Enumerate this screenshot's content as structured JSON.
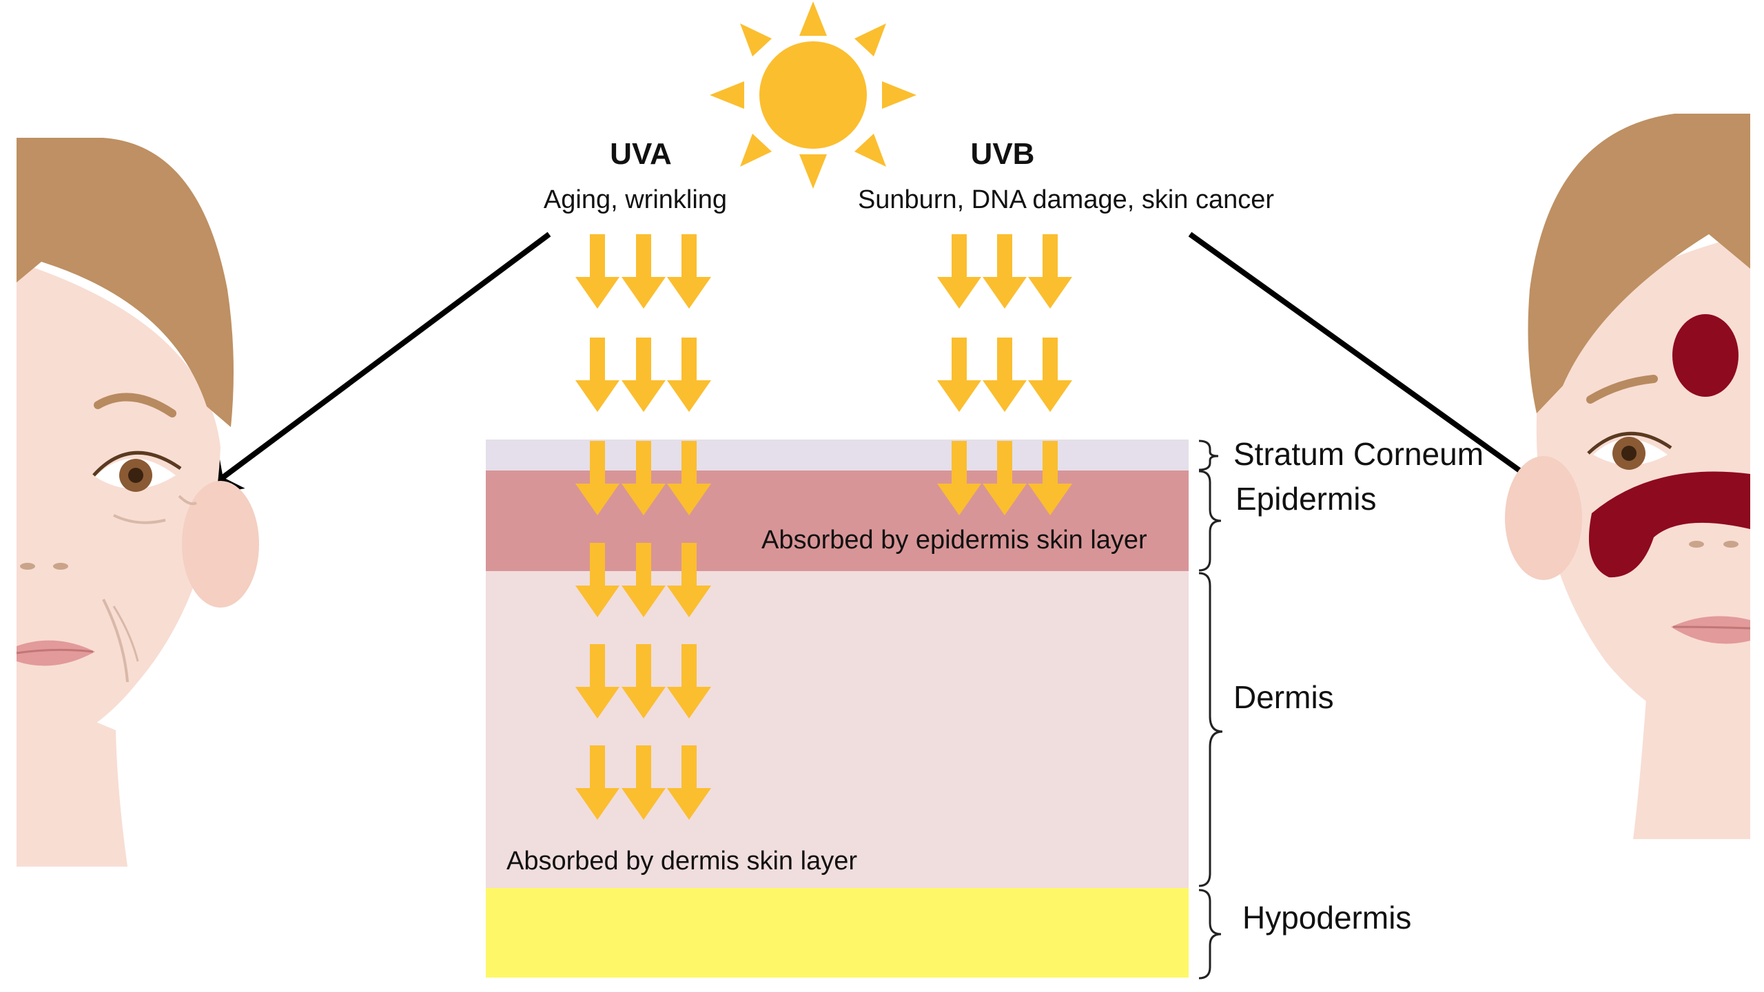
{
  "rays": {
    "uva": {
      "title": "UVA",
      "effect": "Aging, wrinkling"
    },
    "uvb": {
      "title": "UVB",
      "effect": "Sunburn, DNA damage, skin cancer"
    }
  },
  "layers": {
    "stratum_corneum": "Stratum Corneum",
    "epidermis": "Epidermis",
    "dermis": "Dermis",
    "hypodermis": "Hypodermis"
  },
  "notes": {
    "uvb_absorbed": "Absorbed by epidermis skin layer",
    "uva_absorbed": "Absorbed by dermis skin layer"
  },
  "colors": {
    "sun": "#FBBE2F",
    "arrow": "#FBBE2F",
    "stratum_corneum": "#E4DFEA",
    "epidermis": "#D89597",
    "dermis": "#F0DDDE",
    "hypodermis": "#FEF868",
    "skin": "#F8DDD3",
    "hair": "#BE9063",
    "sun_damage": "#8E0A1E"
  },
  "icons": {
    "sun": "sun-icon",
    "left_face": "aged-face-icon",
    "right_face": "sunburned-face-icon"
  }
}
